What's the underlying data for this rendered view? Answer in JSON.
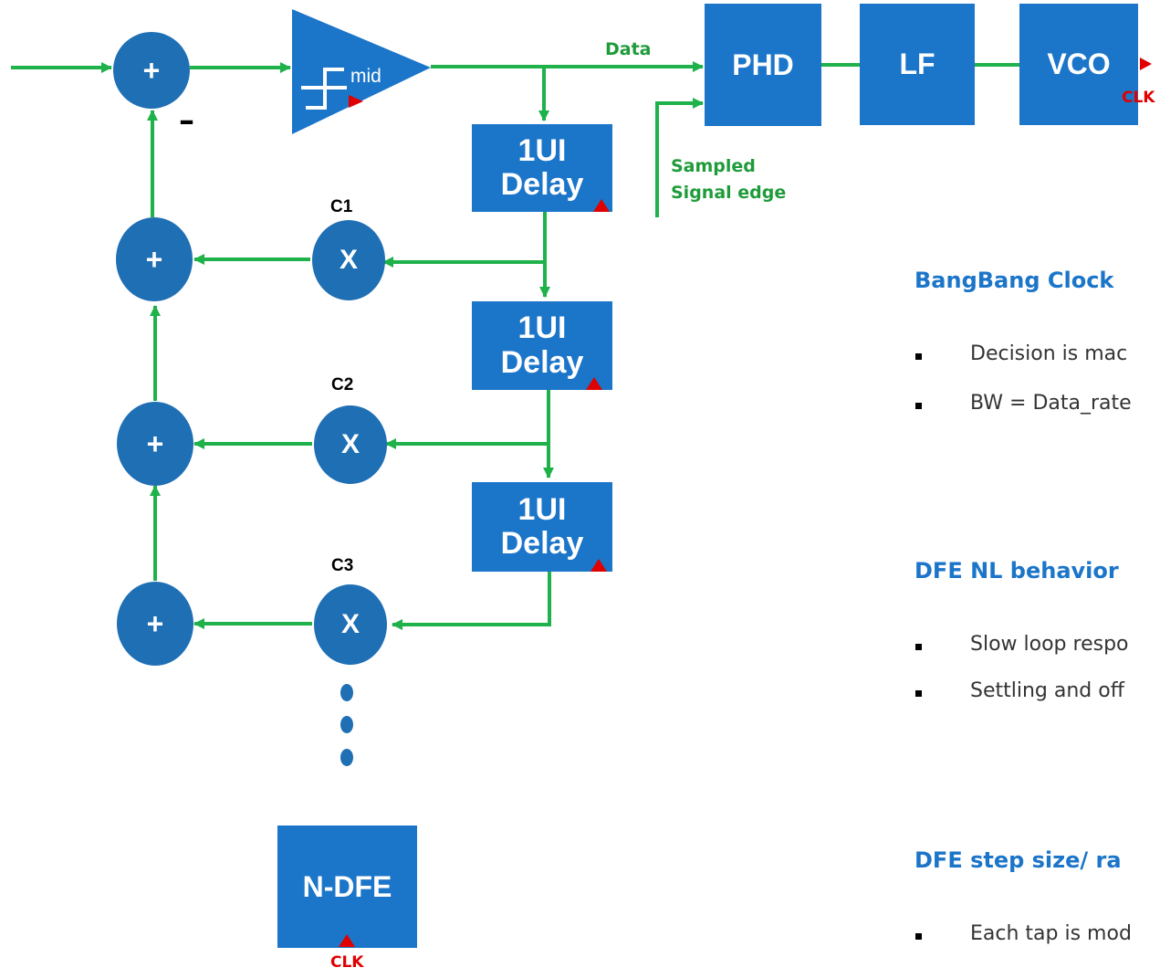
{
  "colors": {
    "block": "#1b75c9",
    "node": "#1f6fb5",
    "wire": "#1fb14a",
    "clock_marker": "#e00000",
    "heading": "#1b75c9"
  },
  "input_sum": {
    "symbol": "+",
    "negative_sign": "–"
  },
  "slicer": {
    "label": "mid",
    "icon": "step-threshold-icon"
  },
  "signals": {
    "data": "Data",
    "sampled_edge_line1": "Sampled",
    "sampled_edge_line2": "Signal edge"
  },
  "cdr": {
    "phd": "PHD",
    "lf": "LF",
    "vco": "VCO",
    "vco_clk": "CLK"
  },
  "dfe_taps": [
    {
      "delay_label": "1UI\nDelay",
      "coefficient": "C1",
      "multiplier": "X",
      "adder": "+"
    },
    {
      "delay_label": "1UI\nDelay",
      "coefficient": "C2",
      "multiplier": "X",
      "adder": "+"
    },
    {
      "delay_label": "1UI\nDelay",
      "coefficient": "C3",
      "multiplier": "X",
      "adder": "+"
    }
  ],
  "ndfe": {
    "label": "N-DFE",
    "clk": "CLK"
  },
  "notes": [
    {
      "heading": "BangBang Clock",
      "bullets": [
        "Decision is mac",
        "BW = Data_rate"
      ]
    },
    {
      "heading": "DFE NL behavior",
      "bullets": [
        "Slow loop respo",
        "Settling and off"
      ]
    },
    {
      "heading": "DFE step size/ ra",
      "bullets": [
        "Each tap is mod"
      ]
    }
  ]
}
